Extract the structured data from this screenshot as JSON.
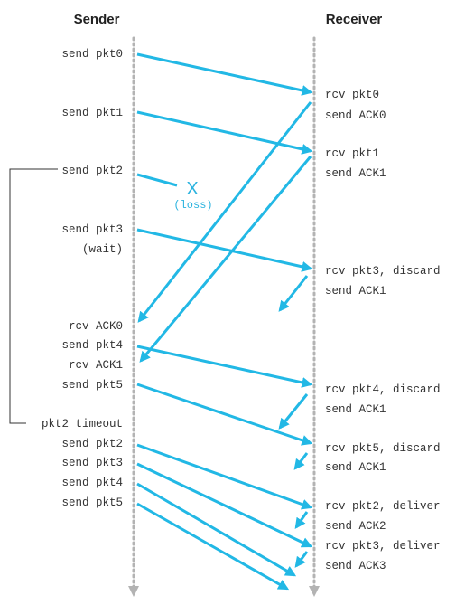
{
  "colors": {
    "arrow": "#22b8e5",
    "timeline": "#b3b3b3",
    "text": "#333333",
    "loss": "#2bb3df"
  },
  "headers": {
    "sender": "Sender",
    "receiver": "Receiver"
  },
  "sender_labels": [
    "send pkt0",
    "send pkt1",
    "send pkt2",
    "send pkt3",
    "(wait)",
    "rcv ACK0",
    "send pkt4",
    "rcv ACK1",
    "send pkt5",
    "pkt2 timeout",
    "send pkt2",
    "send pkt3",
    "send pkt4",
    "send pkt5"
  ],
  "receiver_labels": [
    "rcv pkt0",
    "send ACK0",
    "rcv pkt1",
    "send ACK1",
    "rcv pkt3, discard",
    "send ACK1",
    "rcv pkt4, discard",
    "send ACK1",
    "rcv pkt5, discard",
    "send ACK1",
    "rcv pkt2, deliver",
    "send ACK2",
    "rcv pkt3, deliver",
    "send ACK3"
  ],
  "loss": {
    "mark": "X",
    "label": "(loss)"
  }
}
